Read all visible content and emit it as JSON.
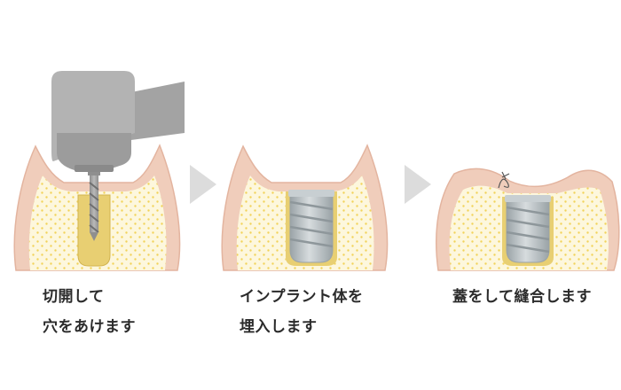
{
  "steps": [
    {
      "lines": [
        "切開して",
        "穴をあけます"
      ]
    },
    {
      "lines": [
        "インプラント体を",
        "埋入します"
      ]
    },
    {
      "lines": [
        "蓋をして縫合します"
      ]
    }
  ],
  "colors": {
    "gum": "#f0cdbb",
    "gum_edge": "#e3b49f",
    "bone": "#fdf7dd",
    "bone_dots": "#f2d35a",
    "hole": "#e8cf72",
    "metal": "#bfc6c9",
    "metal_dark": "#9aa3a7",
    "drill_body": "#aaaaaa",
    "arrow": "#dcdcdc"
  },
  "icons": [
    "drill-handpiece-icon",
    "drill-bit-icon",
    "implant-screw-icon",
    "suture-icon",
    "chevron-right-icon"
  ]
}
